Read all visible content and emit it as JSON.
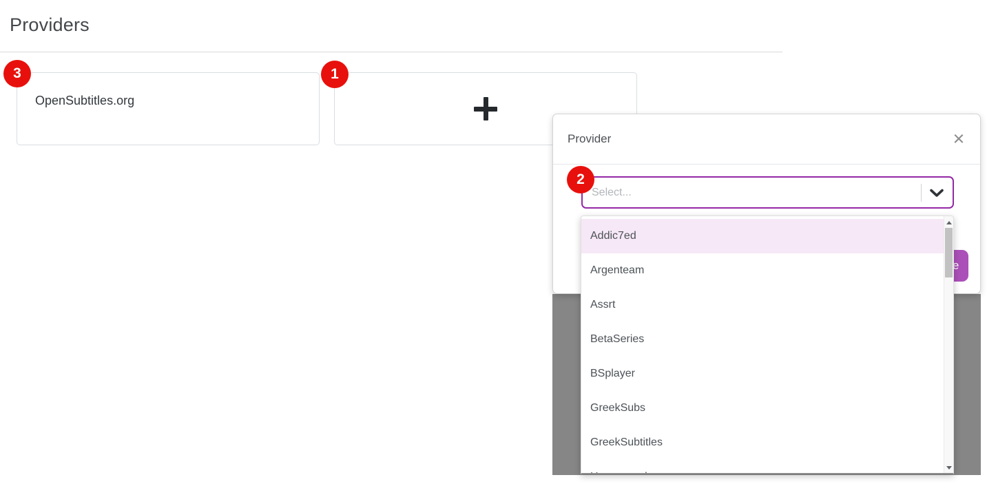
{
  "page": {
    "title": "Providers"
  },
  "providers_list": {
    "cards": [
      {
        "label": "OpenSubtitles.org"
      },
      {
        "label": "+",
        "action": "add-provider"
      }
    ]
  },
  "annotations": {
    "badges": [
      {
        "number": "3",
        "target": "existing-provider-card"
      },
      {
        "number": "1",
        "target": "add-provider-card"
      },
      {
        "number": "2",
        "target": "provider-select"
      }
    ]
  },
  "modal": {
    "title": "Provider",
    "close_icon": "×",
    "save_label": "Save",
    "select": {
      "placeholder": "Select..."
    },
    "dropdown_options": [
      {
        "label": "Addic7ed",
        "highlighted": true
      },
      {
        "label": "Argenteam"
      },
      {
        "label": "Assrt"
      },
      {
        "label": "BetaSeries"
      },
      {
        "label": "BSplayer"
      },
      {
        "label": "GreekSubs"
      },
      {
        "label": "GreekSubtitles"
      },
      {
        "label": "Hosszupuska",
        "partially_visible": true
      }
    ]
  },
  "colors": {
    "accent_purple": "#9328a4",
    "button_purple": "#ab50b8",
    "badge_red": "#e8100c",
    "highlight_pink": "#f6e8f6",
    "backdrop_gray": "#868686"
  }
}
